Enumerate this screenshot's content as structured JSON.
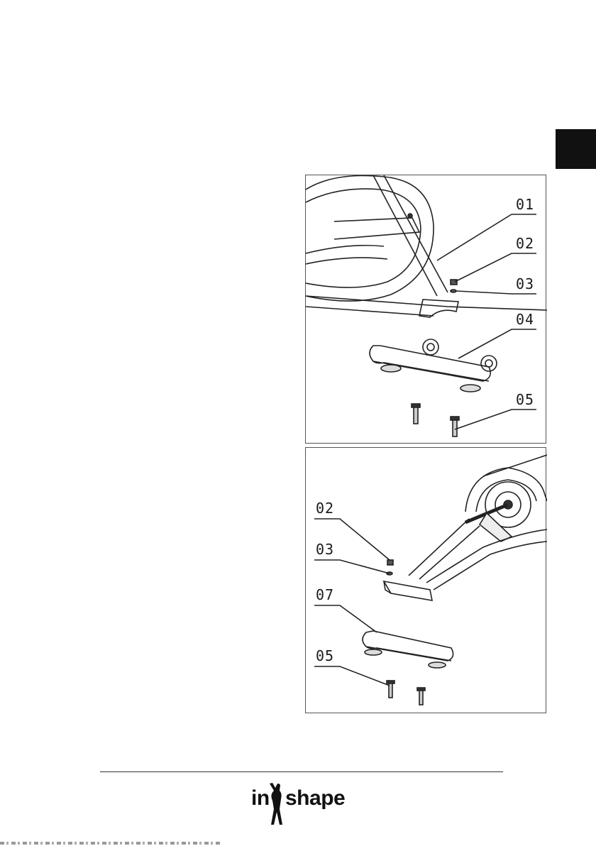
{
  "page": {
    "section_tab_color": "#111111"
  },
  "figures": {
    "top": {
      "callouts": [
        {
          "label": "01"
        },
        {
          "label": "02"
        },
        {
          "label": "03"
        },
        {
          "label": "04"
        },
        {
          "label": "05"
        }
      ]
    },
    "bottom": {
      "callouts": [
        {
          "label": "02"
        },
        {
          "label": "03"
        },
        {
          "label": "07"
        },
        {
          "label": "05"
        }
      ]
    }
  },
  "footer": {
    "logo_part_a": "in",
    "logo_part_b": "shape"
  }
}
